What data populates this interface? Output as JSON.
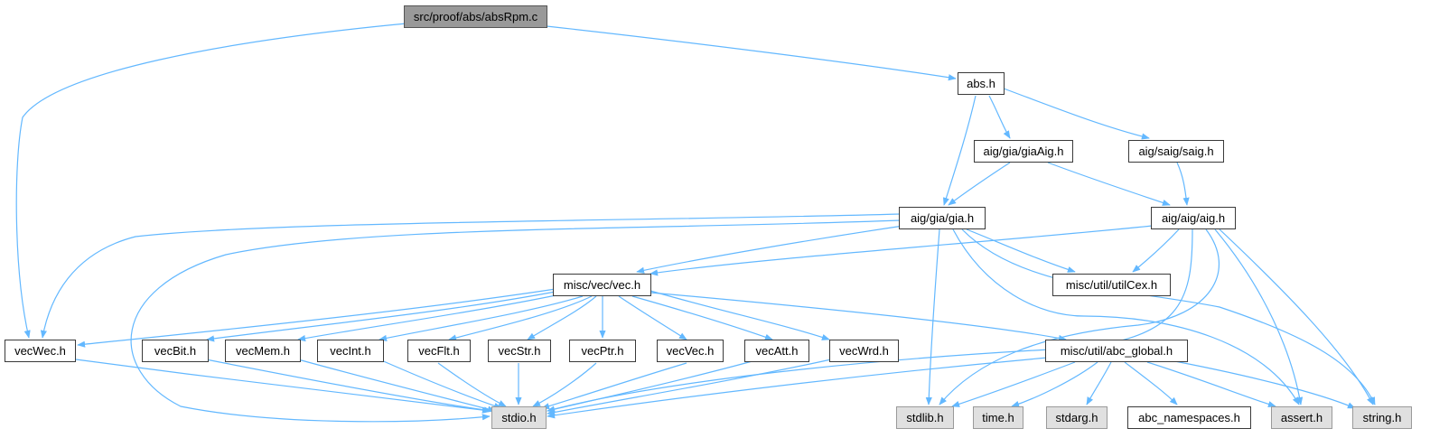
{
  "colors": {
    "edge": "#63b8ff",
    "node_border": "#3a3a3a",
    "root_fill": "#999999",
    "system_fill": "#e0e0e0"
  },
  "nodes": {
    "root": "src/proof/abs/absRpm.c",
    "abs_h": "abs.h",
    "gia_aig_h": "aig/gia/giaAig.h",
    "saig_h": "aig/saig/saig.h",
    "gia_h": "aig/gia/gia.h",
    "aig_h": "aig/aig/aig.h",
    "vec_h": "misc/vec/vec.h",
    "util_cex_h": "misc/util/utilCex.h",
    "vec_wec_h": "vecWec.h",
    "vec_bit_h": "vecBit.h",
    "vec_mem_h": "vecMem.h",
    "vec_int_h": "vecInt.h",
    "vec_flt_h": "vecFlt.h",
    "vec_str_h": "vecStr.h",
    "vec_ptr_h": "vecPtr.h",
    "vec_vec_h": "vecVec.h",
    "vec_att_h": "vecAtt.h",
    "vec_wrd_h": "vecWrd.h",
    "abc_global_h": "misc/util/abc_global.h",
    "stdio_h": "stdio.h",
    "stdlib_h": "stdlib.h",
    "time_h": "time.h",
    "stdarg_h": "stdarg.h",
    "abc_namespaces_h": "abc_namespaces.h",
    "assert_h": "assert.h",
    "string_h": "string.h"
  }
}
